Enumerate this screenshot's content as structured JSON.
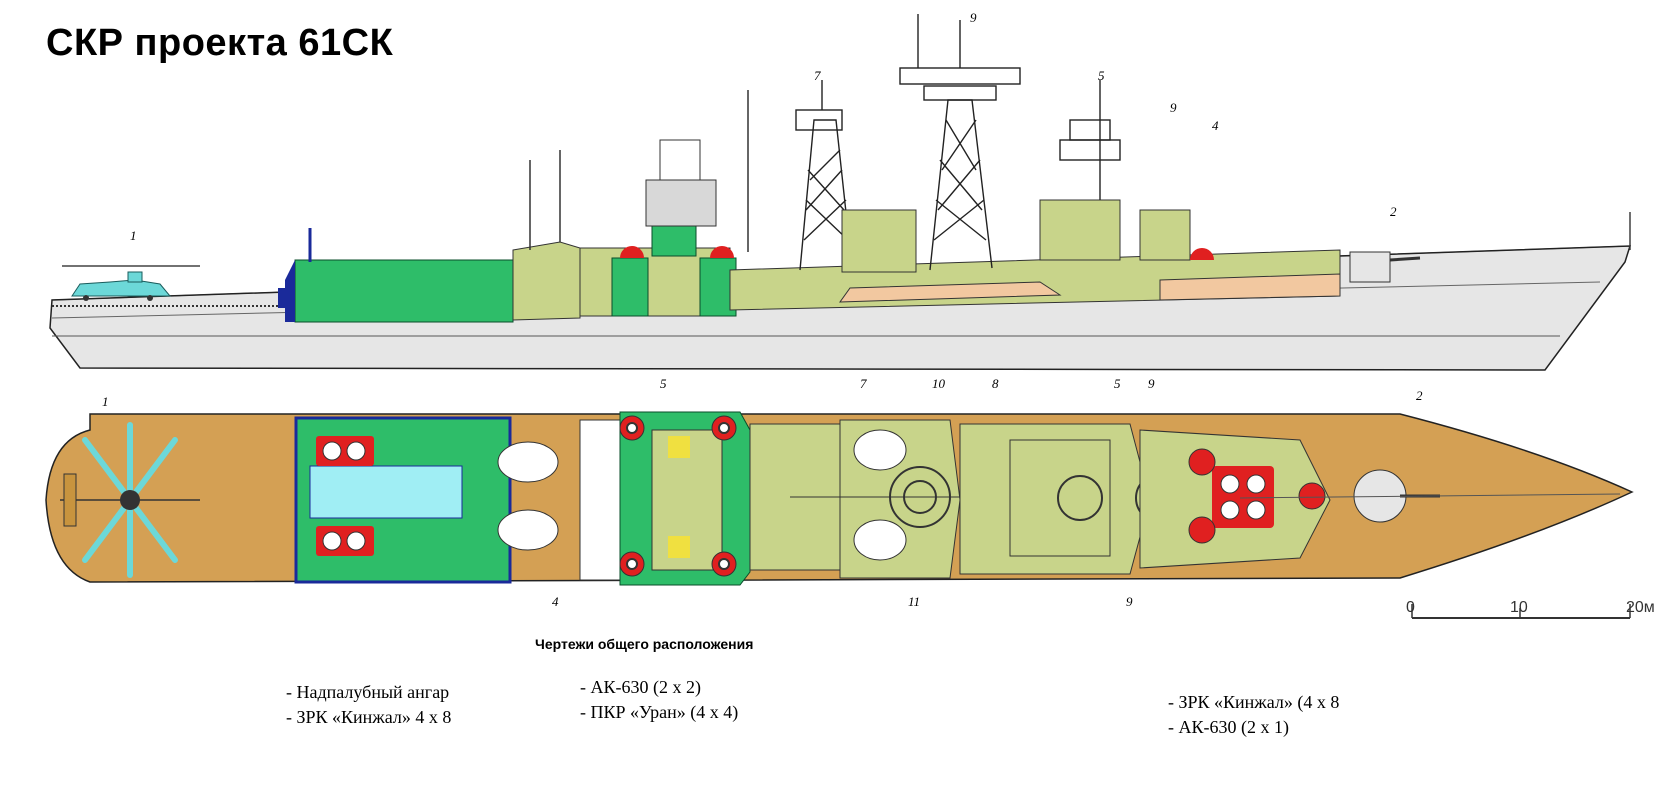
{
  "title": "СКР проекта 61СК",
  "caption": "Чертежи общего расположения",
  "callouts": {
    "n1": "1",
    "n2": "2",
    "n4": "4",
    "n5": "5",
    "n7": "7",
    "n8": "8",
    "n9": "9",
    "n10": "10",
    "n11": "11"
  },
  "scale_bar": {
    "start": "0",
    "mid": "10",
    "end": "20м"
  },
  "legends": {
    "aft": [
      "- Надпалубный ангар",
      "- ЗРК «Кинжал» 4 х 8"
    ],
    "mid": [
      "- АК-630  (2 х 2)",
      "- ПКР «Уран» (4 х 4)"
    ],
    "fwd": [
      "- ЗРК «Кинжал» (4 х 8",
      "- АК-630  (2 х 1)"
    ]
  },
  "colors": {
    "hull": "#e6e6e6",
    "hangar": "#2ebd69",
    "deck_tan": "#d4a054",
    "superstructure": "#c8d48a",
    "pad_cyan": "#6cd8d8",
    "missile_red": "#e02020",
    "yellow": "#f0e040"
  }
}
